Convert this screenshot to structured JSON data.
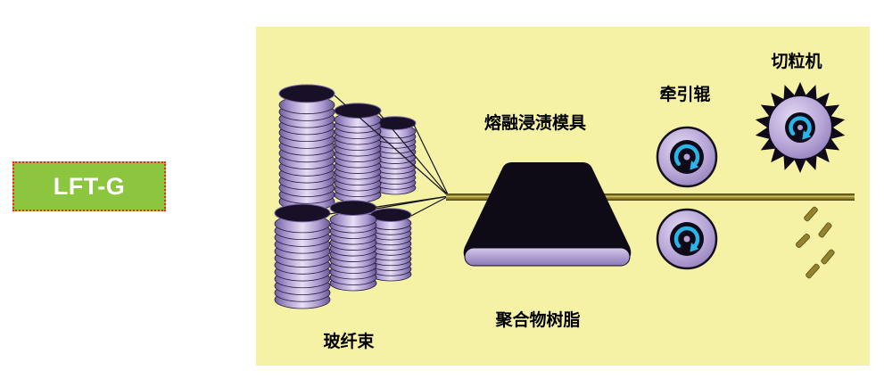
{
  "badge": {
    "label": "LFT-G"
  },
  "diagram": {
    "labels": {
      "die": "熔融浸渍模具",
      "pull_rollers": "牵引辊",
      "pelletizer": "切粒机",
      "polymer_resin": "聚合物树脂",
      "fiber_bundle": "玻纤束"
    },
    "icons": {
      "rotation_arrow": "cyan curved rotation arrow",
      "cutter_wheel": "spiked gear wheel",
      "fiber_spool": "stacked lavender fiber coil"
    },
    "colors": {
      "panel_bg": "#f5f2a6",
      "badge_green": "#8cc63e",
      "badge_border_red": "#ff2015",
      "lavender": "#b5a3d6",
      "cyan_arrow": "#2ab5e8",
      "strip_olive": "#94822d",
      "strip_edge": "#564d18",
      "strip_highlight": "#d8ca69",
      "die_black": "#0e0a16",
      "label_text": "#000000"
    }
  }
}
